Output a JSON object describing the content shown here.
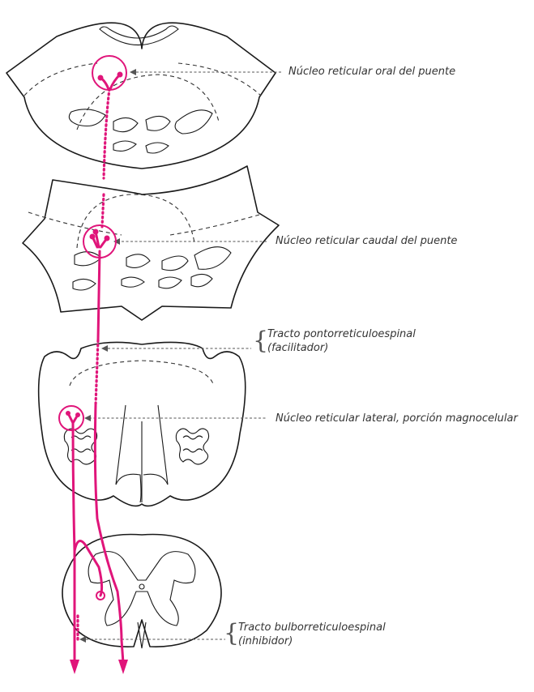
{
  "labels": {
    "oral_pontine": "Núcleo reticular oral del puente",
    "caudal_pontine": "Núcleo reticular caudal del puente",
    "pontoreticulospinal_line1": "Tracto pontorreticuloespinal",
    "pontoreticulospinal_line2": "(facilitador)",
    "lateral_reticular": "Núcleo reticular lateral, porción magnocelular",
    "bulboreticulospinal_line1": "Tracto bulborreticuloespinal",
    "bulboreticulospinal_line2": "(inhibidor)"
  },
  "colors": {
    "tract": "#e0157a",
    "outline": "#1a1a1a",
    "label_text": "#333333"
  }
}
